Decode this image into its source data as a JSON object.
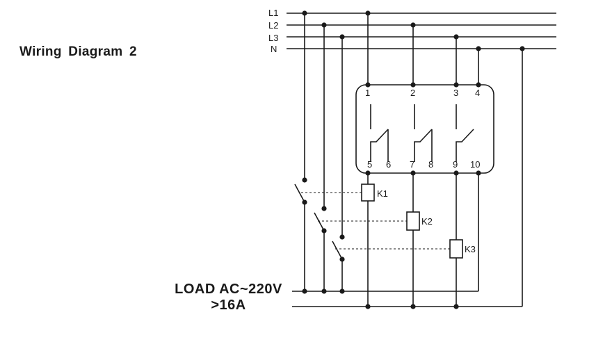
{
  "title": "Wiring Diagram 2",
  "lines": [
    "L1",
    "L2",
    "L3",
    "N"
  ],
  "terminals_top": [
    "1",
    "2",
    "3",
    "4"
  ],
  "terminals_bottom": [
    "5",
    "6",
    "7",
    "8",
    "9",
    "10"
  ],
  "contactors": [
    "K1",
    "K2",
    "K3"
  ],
  "load": {
    "line1": "LOAD AC~220V",
    "line2": ">16A"
  }
}
